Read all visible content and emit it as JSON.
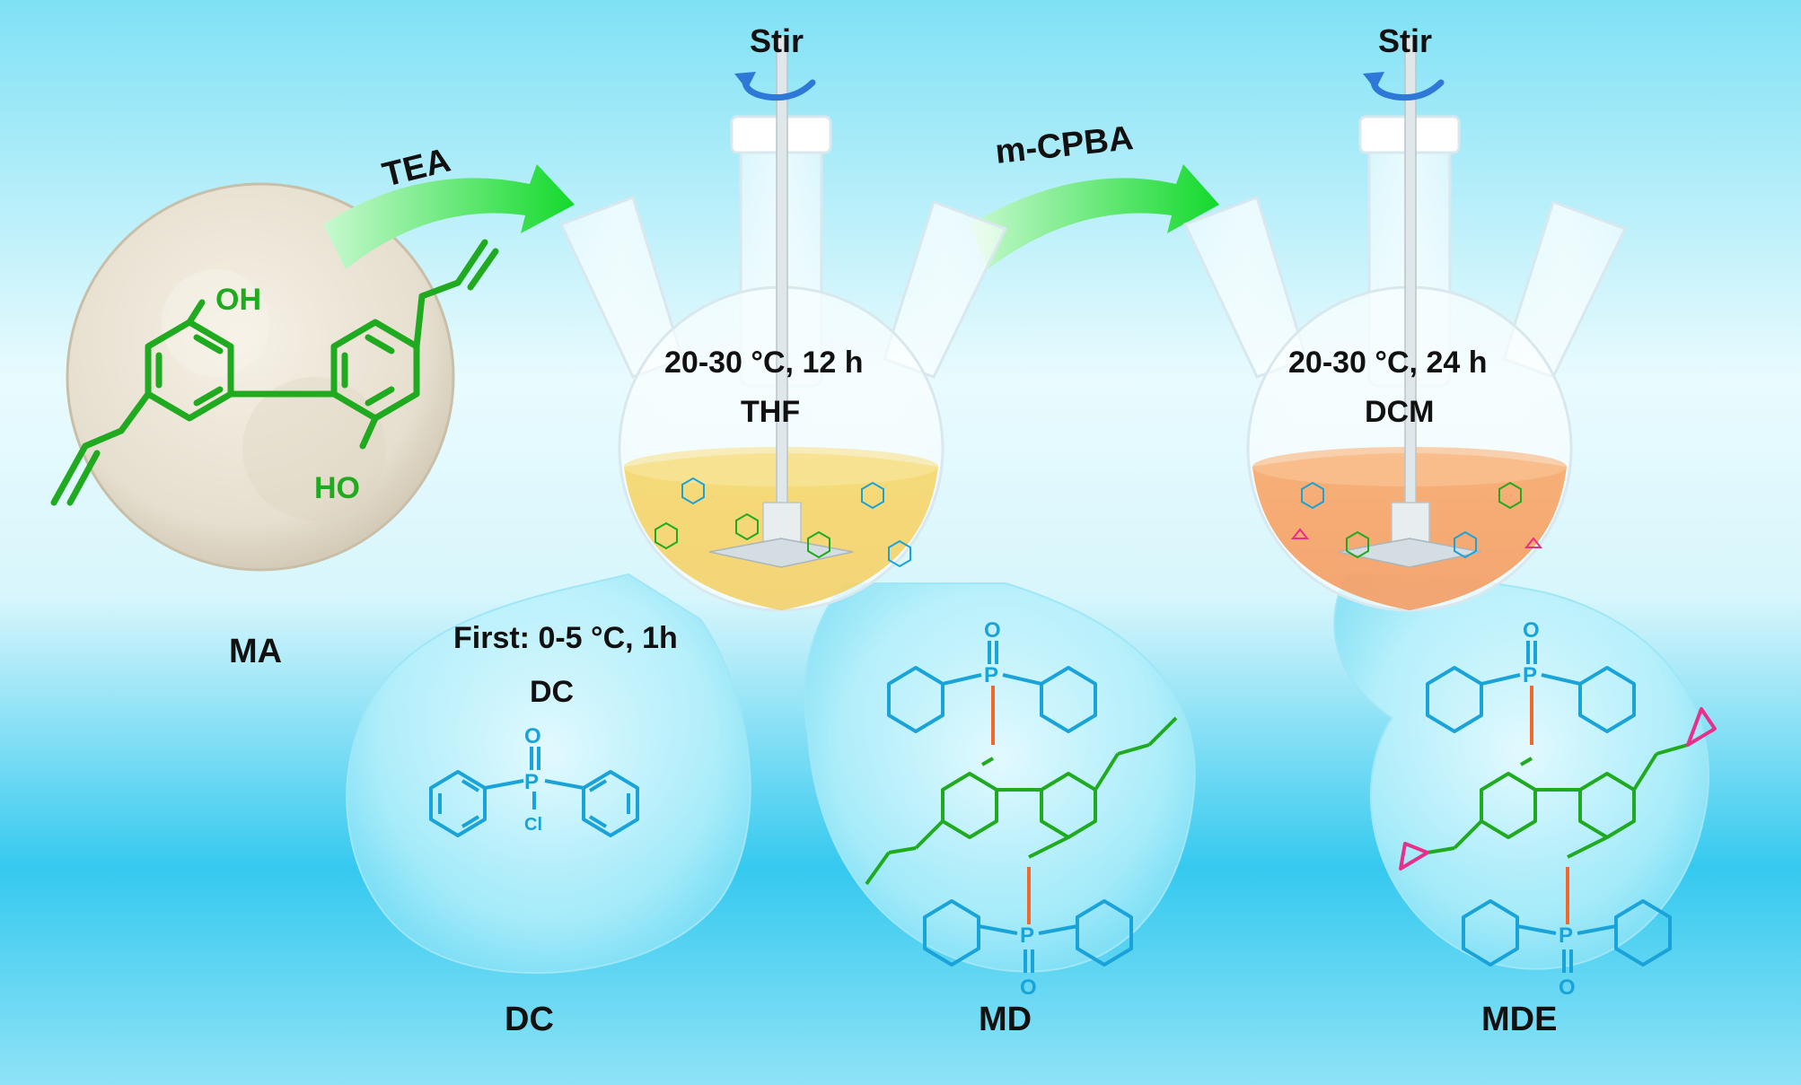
{
  "reagents": {
    "step1": "TEA",
    "step2": "m-CPBA",
    "stir_left": "Stir",
    "stir_right": "Stir"
  },
  "conditions": {
    "flask1_temp": "20-30 °C, 12 h",
    "flask1_solvent": "THF",
    "flask2_temp": "20-30 °C, 24 h",
    "flask2_solvent": "DCM",
    "first_step": "First: 0-5 °C, 1h",
    "first_reagent": "DC"
  },
  "compounds": {
    "ma": "MA",
    "dc": "DC",
    "md": "MD",
    "mde": "MDE"
  },
  "atoms": {
    "oh_top": "OH",
    "ho_bottom": "HO",
    "p": "P",
    "o": "O",
    "cl": "Cl"
  },
  "colors": {
    "background_top": "#7fe1f5",
    "background_bottom": "#d7f6fc",
    "arrow": "#22e03a",
    "allyl_molecule": "#1faa1f",
    "phosphine_group": "#1aa3d9",
    "epoxide": "#e8308a",
    "linker_bond": "#f2682c",
    "powder": "#eae3d4",
    "bubble": "#a9ecf8",
    "flask1_liquid": "#f2cf5a",
    "flask2_liquid": "#f59a55",
    "stir_arrow": "#2e78d8"
  }
}
